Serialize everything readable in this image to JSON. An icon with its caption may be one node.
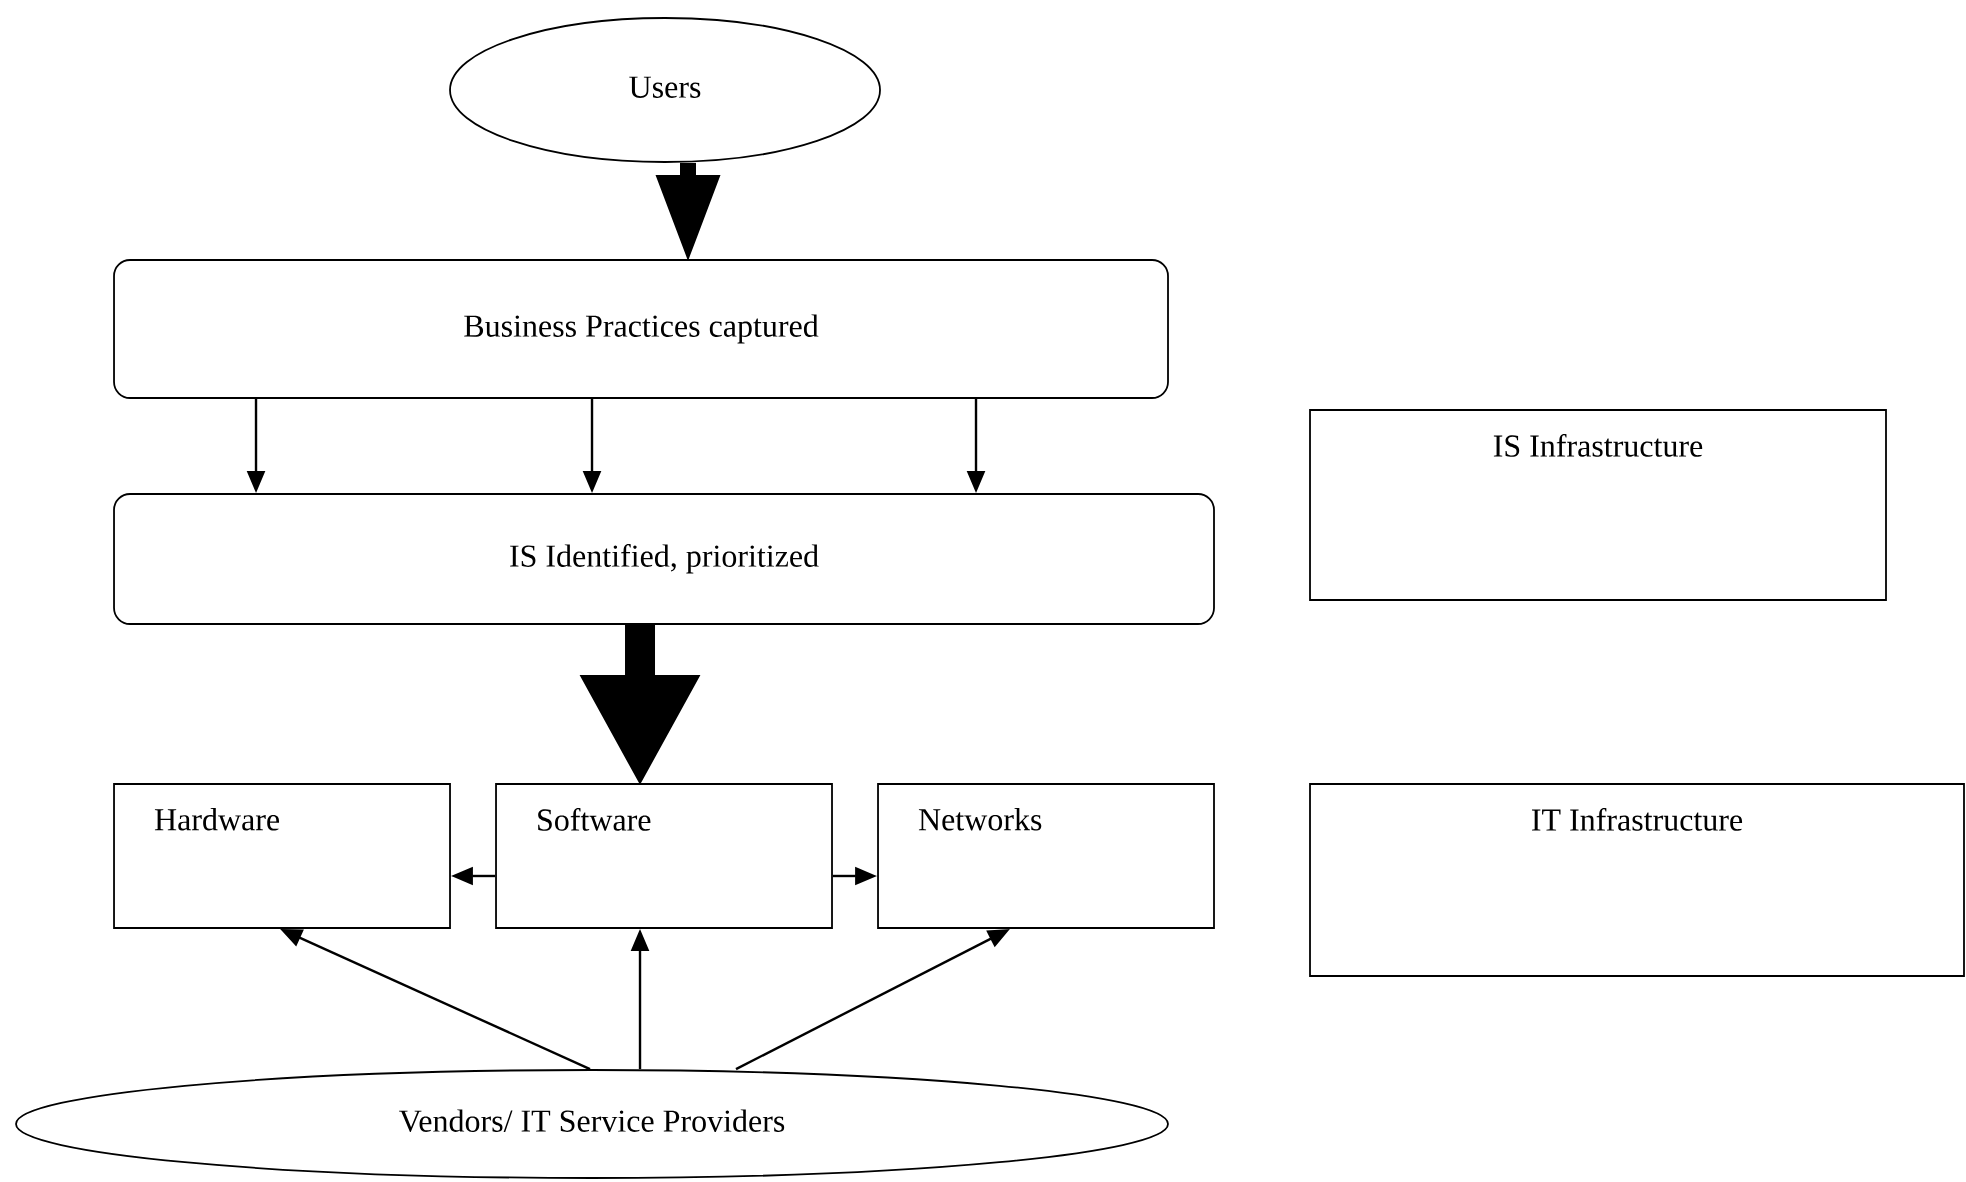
{
  "diagram": {
    "nodes": [
      {
        "text": [
          "Users"
        ]
      },
      {
        "text": [
          "Business Practices captured"
        ]
      },
      {
        "text": [
          "IS Identified, prioritized"
        ]
      },
      {
        "text": [
          "IS Infrastructure"
        ]
      },
      {
        "text": [
          "Hardware"
        ]
      },
      {
        "text": [
          "Software"
        ]
      },
      {
        "text": [
          "Networks"
        ]
      },
      {
        "text": [
          "IT Infrastructure"
        ]
      },
      {
        "text": [
          "Vendors/ IT Service Providers"
        ]
      }
    ],
    "edges": [
      {
        "from": 0,
        "to": 1,
        "arrow": "to",
        "style": "thick"
      },
      {
        "from": 1,
        "to": 2,
        "arrow": "to"
      },
      {
        "from": 1,
        "to": 2,
        "arrow": "to"
      },
      {
        "from": 1,
        "to": 2,
        "arrow": "to"
      },
      {
        "from": 2,
        "to": 5,
        "arrow": "to",
        "style": "thick"
      },
      {
        "from": 5,
        "to": 4,
        "arrow": "to"
      },
      {
        "from": 5,
        "to": 6,
        "arrow": "to"
      },
      {
        "from": 8,
        "to": 4,
        "arrow": "to"
      },
      {
        "from": 8,
        "to": 5,
        "arrow": "to"
      },
      {
        "from": 8,
        "to": 6,
        "arrow": "to"
      }
    ]
  }
}
